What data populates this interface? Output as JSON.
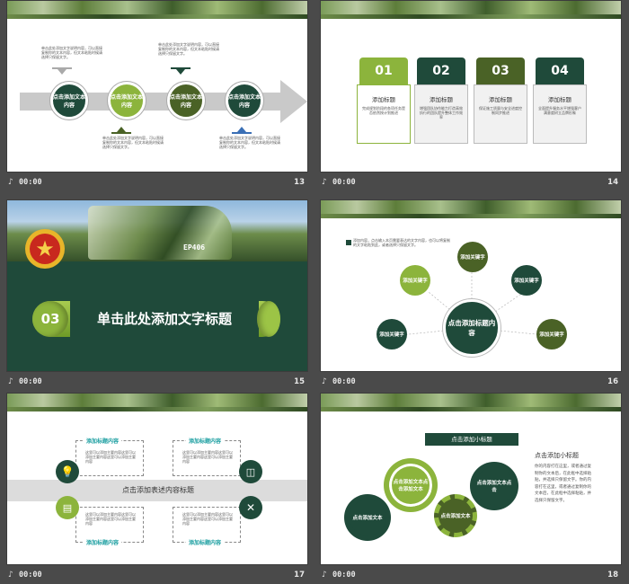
{
  "colors": {
    "dark_green": "#1f4a3a",
    "lime": "#8cb43c",
    "olive": "#4a6226",
    "gray": "#c9c9c9"
  },
  "bar_icon": "speaker-icon",
  "slides": [
    {
      "time": "00:00",
      "page": "13",
      "circles": [
        "点击添加文本内容",
        "点击添加文本内容",
        "点击添加文本内容",
        "点击添加文本内容"
      ],
      "notes": [
        "单击此处添加文字说明内容，可以直接复制你的文本内容，但文本粘贴时候请选择只保留文字。",
        "单击此处添加文字说明内容，可以直接复制你的文本内容，但文本粘贴时候请选择只保留文字。",
        "单击此处添加文字说明内容，可以直接复制你的文本内容，但文本粘贴时候请选择只保留文字。",
        "单击此处添加文字说明内容，可以直接复制你的文本内容，但文本粘贴时候请选择只保留文字。"
      ]
    },
    {
      "time": "00:00",
      "page": "14",
      "cards": [
        {
          "num": "01",
          "title": "添加标题",
          "text": "完成规划阶段的各项任务是否依然按计划推进"
        },
        {
          "num": "02",
          "title": "添加标题",
          "text": "增强团队协作能力打造高效执行的团队提升整体工作效率"
        },
        {
          "num": "03",
          "title": "添加标题",
          "text": "保证施工质量与安全进度控制同步推进"
        },
        {
          "num": "04",
          "title": "添加标题",
          "text": "全面提升服务水平增强客户满意度树立品牌形象"
        }
      ]
    },
    {
      "time": "00:00",
      "page": "15",
      "number": "03",
      "title": "单击此处添加文字标题",
      "badge_text": "EP406"
    },
    {
      "time": "00:00",
      "page": "16",
      "note": "添加内容，点击输入本页需要表达的文字内容，也可以将复制的文字粘贴到此，或者选择只保留文字。",
      "center": "点击添加标题内容",
      "nodes": [
        "添加关键字",
        "添加关键字",
        "添加关键字",
        "添加关键字",
        "添加关键字"
      ]
    },
    {
      "time": "00:00",
      "page": "17",
      "banner": "点击添加表述内容标题",
      "titles": [
        "添加标题内容",
        "添加标题内容",
        "添加标题内容",
        "添加标题内容"
      ],
      "text": "这里可以添加主要内容这里可以添加主要内容这里可以添加主要内容"
    },
    {
      "time": "00:00",
      "page": "18",
      "header": "点击添加小标题",
      "side_title": "点击添加小标题",
      "side_text": "你的内容打在这里，或者通过复制你的文本后，在此框中选择粘贴，并选择只保留文字。你的内容打在这里，或者通过复制你的文本后，在此框中选择粘贴，并选择只保留文字。",
      "gears": [
        "点击添加文本点击添加文本",
        "点击添加文本",
        "点击添加文本",
        "点击添加文本点击"
      ]
    }
  ]
}
